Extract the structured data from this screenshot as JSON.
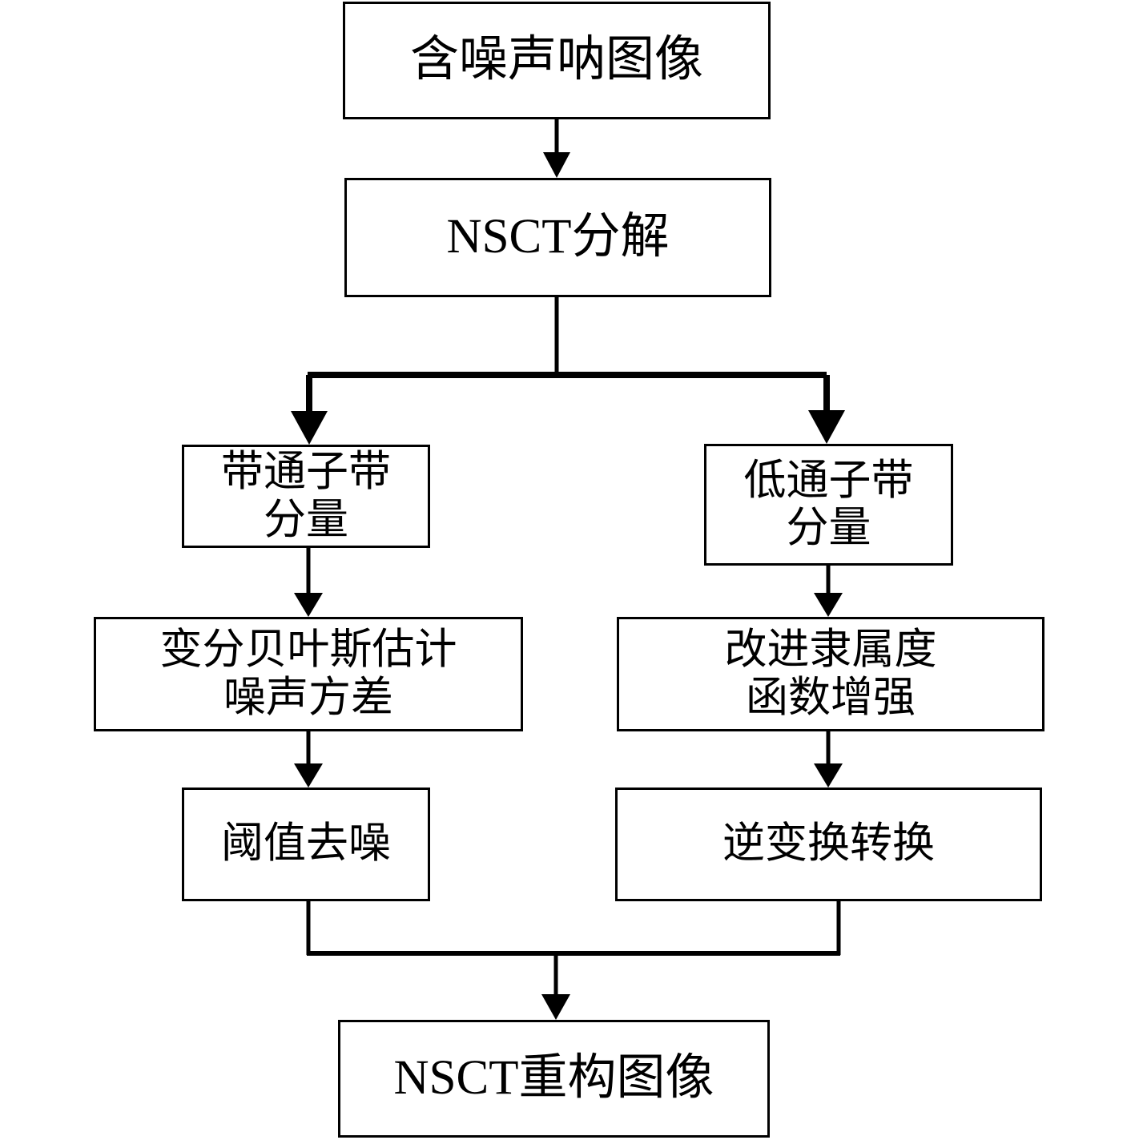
{
  "diagram": {
    "title": "NSCT sonar image denoising and enhancement flowchart",
    "background_color": "#ffffff",
    "stroke_color": "#000000",
    "nodes": {
      "noisy_sonar_image": {
        "label": "含噪声呐图像"
      },
      "nsct_decomposition": {
        "label": "NSCT分解"
      },
      "bandpass_subband": {
        "label": "带通子带\n分量"
      },
      "lowpass_subband": {
        "label": "低通子带\n分量"
      },
      "variational_bayes": {
        "label": "变分贝叶斯估计\n噪声方差"
      },
      "membership_enhance": {
        "label": "改进隶属度\n函数增强"
      },
      "threshold_denoise": {
        "label": "阈值去噪"
      },
      "inverse_transform": {
        "label": "逆变换转换"
      },
      "nsct_reconstructed": {
        "label": "NSCT重构图像"
      }
    },
    "edges": [
      {
        "from": "noisy_sonar_image",
        "to": "nsct_decomposition",
        "style": "straight-arrow"
      },
      {
        "from": "nsct_decomposition",
        "to": "bandpass_subband",
        "style": "split-left-arrow"
      },
      {
        "from": "nsct_decomposition",
        "to": "lowpass_subband",
        "style": "split-right-arrow"
      },
      {
        "from": "bandpass_subband",
        "to": "variational_bayes",
        "style": "straight-arrow"
      },
      {
        "from": "lowpass_subband",
        "to": "membership_enhance",
        "style": "straight-arrow"
      },
      {
        "from": "variational_bayes",
        "to": "threshold_denoise",
        "style": "straight-arrow"
      },
      {
        "from": "membership_enhance",
        "to": "inverse_transform",
        "style": "straight-arrow"
      },
      {
        "from": "threshold_denoise",
        "to": "nsct_reconstructed",
        "style": "merge-arrow"
      },
      {
        "from": "inverse_transform",
        "to": "nsct_reconstructed",
        "style": "merge-arrow"
      }
    ]
  }
}
